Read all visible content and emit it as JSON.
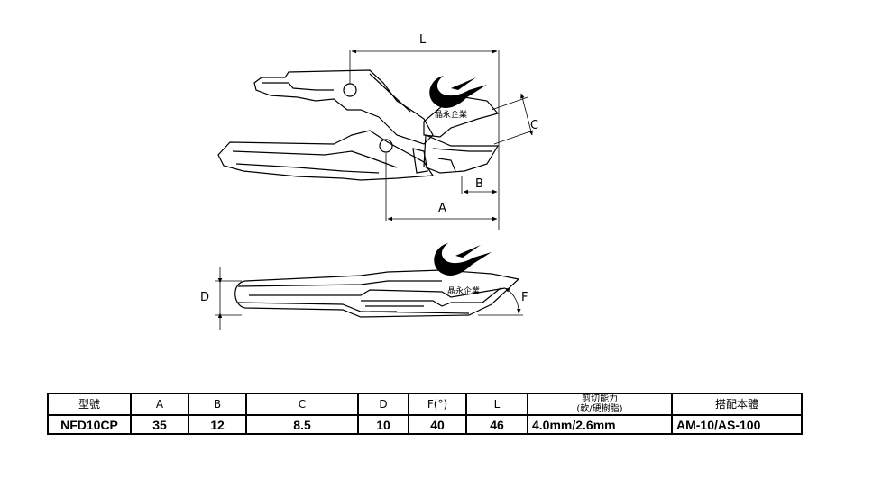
{
  "drawing": {
    "dimension_labels": {
      "L": "L",
      "A": "A",
      "B": "B",
      "C": "C",
      "D": "D",
      "F": "F"
    },
    "brand_text": "晶永企業"
  },
  "spec_table": {
    "headers": {
      "model": "型號",
      "a": "A",
      "b": "B",
      "c": "C",
      "d": "D",
      "f": "F(°)",
      "l": "L",
      "capacity_line1": "剪切能力",
      "capacity_line2": "(軟/硬樹脂)",
      "body": "搭配本體"
    },
    "row": {
      "model": "NFD10CP",
      "a": "35",
      "b": "12",
      "c": "8.5",
      "d": "10",
      "f": "40",
      "l": "46",
      "capacity": "4.0mm/2.6mm",
      "body": "AM-10/AS-100"
    }
  }
}
